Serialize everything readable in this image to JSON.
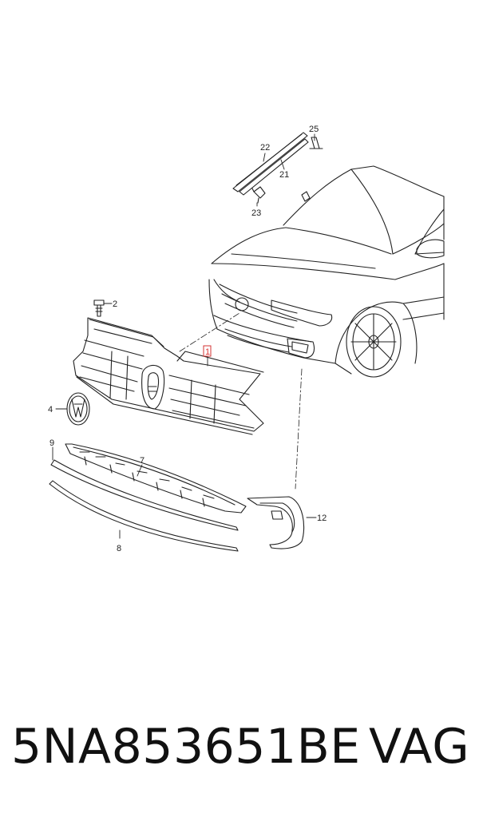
{
  "diagram": {
    "callouts": {
      "c1": "1",
      "c2": "2",
      "c4": "4",
      "c7": "7",
      "c8": "8",
      "c9": "9",
      "c12": "12",
      "c21": "21",
      "c22": "22",
      "c23": "23",
      "c25": "25"
    },
    "highlight_color": "#d33333"
  },
  "footer": {
    "part_number": "5NA853651BE",
    "brand": "VAG"
  }
}
